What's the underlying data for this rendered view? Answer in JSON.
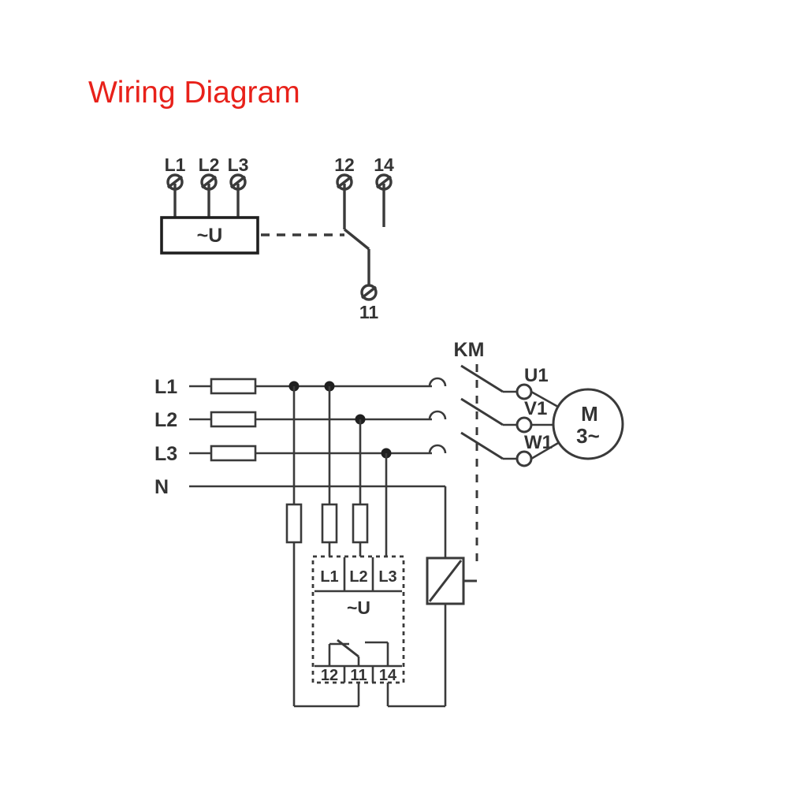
{
  "title": "Wiring Diagram",
  "colors": {
    "title": "#e8211a",
    "line": "#3a3a3a",
    "text": "#333333",
    "background": "#ffffff"
  },
  "upper_diagram": {
    "name": "relay-terminal-layout",
    "supply_terminals": [
      {
        "label": "L1"
      },
      {
        "label": "L2"
      },
      {
        "label": "L3"
      }
    ],
    "device_label": "~U",
    "contact_terminals": [
      {
        "label": "12"
      },
      {
        "label": "14"
      },
      {
        "label": "11"
      }
    ]
  },
  "lower_diagram": {
    "name": "power-circuit",
    "supply_lines": [
      {
        "label": "L1"
      },
      {
        "label": "L2"
      },
      {
        "label": "L3"
      },
      {
        "label": "N"
      }
    ],
    "contactor_label": "KM",
    "motor_terminals": [
      {
        "label": "U1"
      },
      {
        "label": "V1"
      },
      {
        "label": "W1"
      }
    ],
    "motor": {
      "symbol_top": "M",
      "symbol_bottom": "3~"
    },
    "relay_module": {
      "input_terminals": [
        {
          "label": "L1"
        },
        {
          "label": "L2"
        },
        {
          "label": "L3"
        }
      ],
      "device_label": "~U",
      "output_terminals": [
        {
          "label": "12"
        },
        {
          "label": "11"
        },
        {
          "label": "14"
        }
      ]
    }
  }
}
